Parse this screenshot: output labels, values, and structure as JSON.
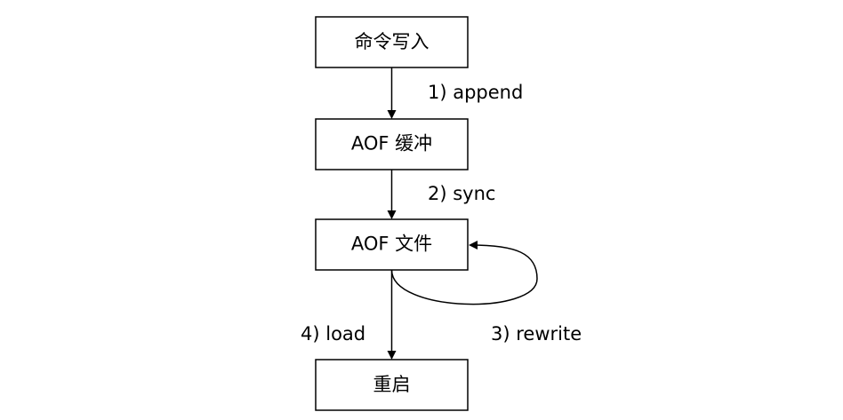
{
  "diagram": {
    "nodes": {
      "write": "命令写入",
      "buffer": "AOF 缓冲",
      "file": "AOF 文件",
      "restart": "重启"
    },
    "edges": {
      "append": "1) append",
      "sync": "2) sync",
      "rewrite": "3) rewrite",
      "load": "4) load"
    }
  }
}
